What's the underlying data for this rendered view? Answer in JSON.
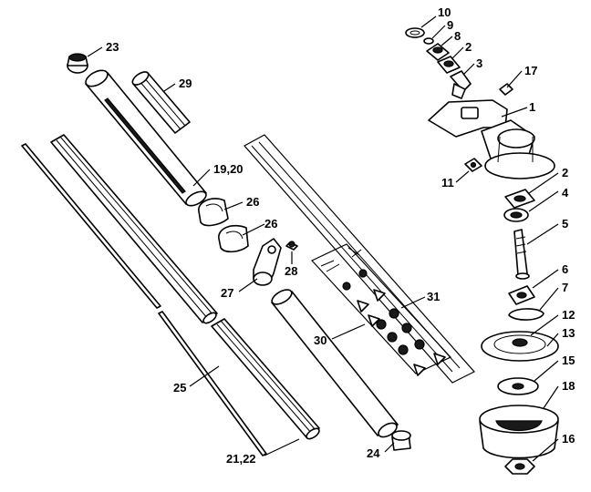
{
  "diagram": {
    "labels": [
      {
        "id": "p10",
        "text": "10"
      },
      {
        "id": "p9",
        "text": "9"
      },
      {
        "id": "p8",
        "text": "8"
      },
      {
        "id": "p2a",
        "text": "2"
      },
      {
        "id": "p3",
        "text": "3"
      },
      {
        "id": "p17",
        "text": "17"
      },
      {
        "id": "p1",
        "text": "1"
      },
      {
        "id": "p11",
        "text": "11"
      },
      {
        "id": "p2b",
        "text": "2"
      },
      {
        "id": "p4",
        "text": "4"
      },
      {
        "id": "p5",
        "text": "5"
      },
      {
        "id": "p6",
        "text": "6"
      },
      {
        "id": "p7",
        "text": "7"
      },
      {
        "id": "p12",
        "text": "12"
      },
      {
        "id": "p13",
        "text": "13"
      },
      {
        "id": "p15",
        "text": "15"
      },
      {
        "id": "p18",
        "text": "18"
      },
      {
        "id": "p16",
        "text": "16"
      },
      {
        "id": "p23",
        "text": "23"
      },
      {
        "id": "p29",
        "text": "29"
      },
      {
        "id": "p1920",
        "text": "19,20"
      },
      {
        "id": "p26a",
        "text": "26"
      },
      {
        "id": "p26b",
        "text": "26"
      },
      {
        "id": "p28",
        "text": "28"
      },
      {
        "id": "p27",
        "text": "27"
      },
      {
        "id": "p31",
        "text": "31"
      },
      {
        "id": "p30",
        "text": "30"
      },
      {
        "id": "p25",
        "text": "25"
      },
      {
        "id": "p2122",
        "text": "21,22"
      },
      {
        "id": "p24",
        "text": "24"
      }
    ]
  }
}
